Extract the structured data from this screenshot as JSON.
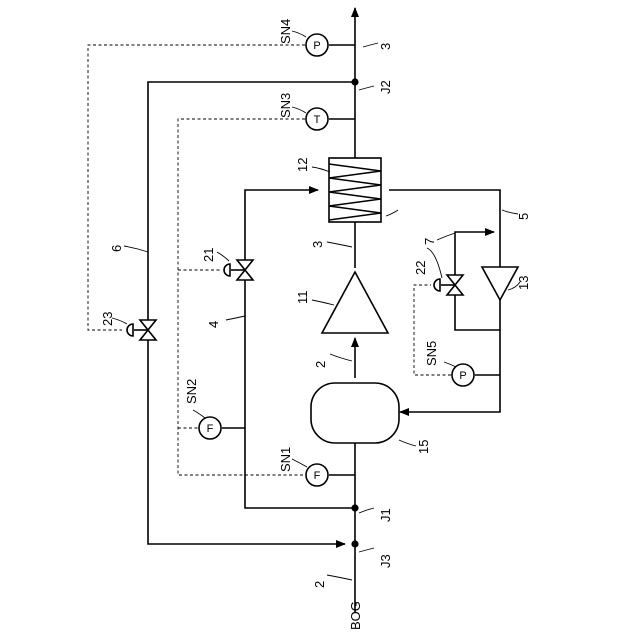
{
  "labels": {
    "bog": "BOG",
    "line2_bottom": "2",
    "j3": "J3",
    "j1": "J1",
    "sn1": "SN1",
    "sn2": "SN2",
    "sn3": "SN3",
    "sn4": "SN4",
    "sn5": "SN5",
    "tank": "15",
    "line2_mid": "2",
    "compressor": "11",
    "line3_mid": "3",
    "heat_exchanger": "12",
    "line3_top": "3",
    "j2": "J2",
    "line4": "4",
    "line5": "5",
    "line6": "6",
    "line7": "7",
    "valve21": "21",
    "valve22": "22",
    "valve23": "23",
    "pump": "13"
  },
  "symbols": {
    "sn1": "F",
    "sn2": "F",
    "sn3": "T",
    "sn4": "P",
    "sn5": "P"
  }
}
